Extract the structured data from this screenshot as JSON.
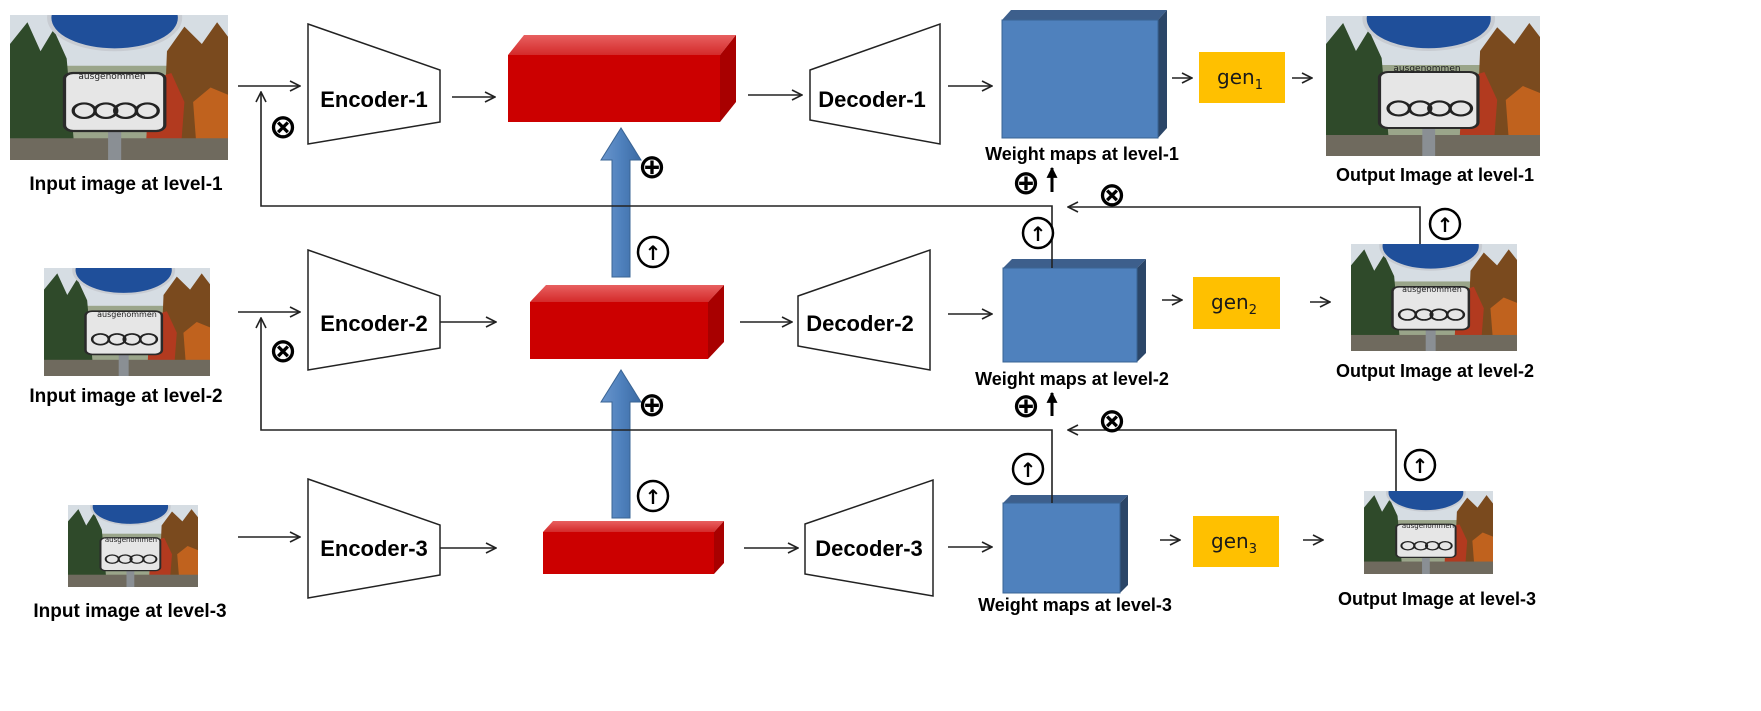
{
  "inputs": [
    {
      "label": "Input image at level-1",
      "sign_text": "ausgenommen"
    },
    {
      "label": "Input image at level-2",
      "sign_text": "ausgenommen"
    },
    {
      "label": "Input image at level-3",
      "sign_text": "ausgenommen"
    }
  ],
  "encoders": [
    "Encoder-1",
    "Encoder-2",
    "Encoder-3"
  ],
  "decoders": [
    "Decoder-1",
    "Decoder-2",
    "Decoder-3"
  ],
  "weight_maps": [
    "Weight maps at level-1",
    "Weight maps at level-2",
    "Weight maps at level-3"
  ],
  "generators": [
    {
      "base": "gen",
      "sub": "1"
    },
    {
      "base": "gen",
      "sub": "2"
    },
    {
      "base": "gen",
      "sub": "3"
    }
  ],
  "outputs": [
    {
      "label": "Output Image at level-1",
      "sign_text": "ausgenommen"
    },
    {
      "label": "Output Image at level-2",
      "sign_text": "ausgenommen"
    },
    {
      "label": "Output Image at level-3",
      "sign_text": "ausgenommen"
    }
  ],
  "operators": {
    "multiply": "⊗",
    "add": "⊕",
    "upsample": "↑"
  },
  "colors": {
    "feature_block": "#cc0000",
    "weight_map_block": "#4f81bd",
    "gen_box": "#ffc000",
    "up_arrow": "#4f81bd"
  }
}
